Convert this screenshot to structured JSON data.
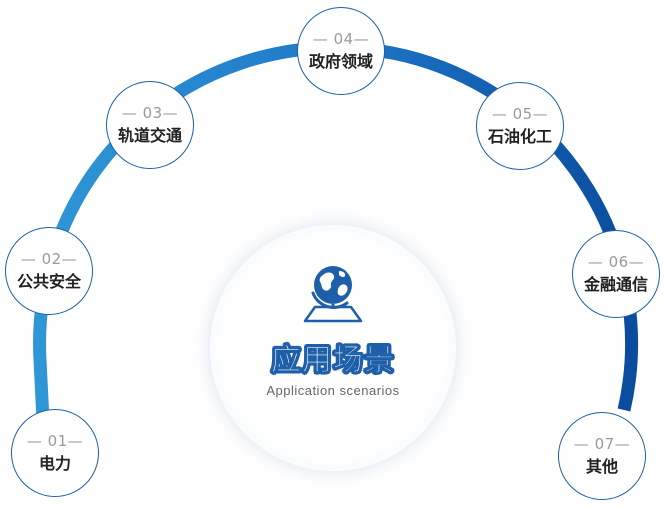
{
  "center": {
    "title": "应用场景",
    "subtitle": "Application scenarios",
    "icon": "globe-icon"
  },
  "colors": {
    "arc_light": "#2f97d6",
    "arc_dark": "#0a4c9e",
    "node_border": "#1d5fa8",
    "number": "#9a9a9a",
    "label": "#222222"
  },
  "items": [
    {
      "number": "— 01—",
      "label": "电力"
    },
    {
      "number": "— 02—",
      "label": "公共安全"
    },
    {
      "number": "— 03—",
      "label": "轨道交通"
    },
    {
      "number": "— 04—",
      "label": "政府领域"
    },
    {
      "number": "— 05—",
      "label": "石油化工"
    },
    {
      "number": "— 06—",
      "label": "金融通信"
    },
    {
      "number": "— 07—",
      "label": "其他"
    }
  ]
}
